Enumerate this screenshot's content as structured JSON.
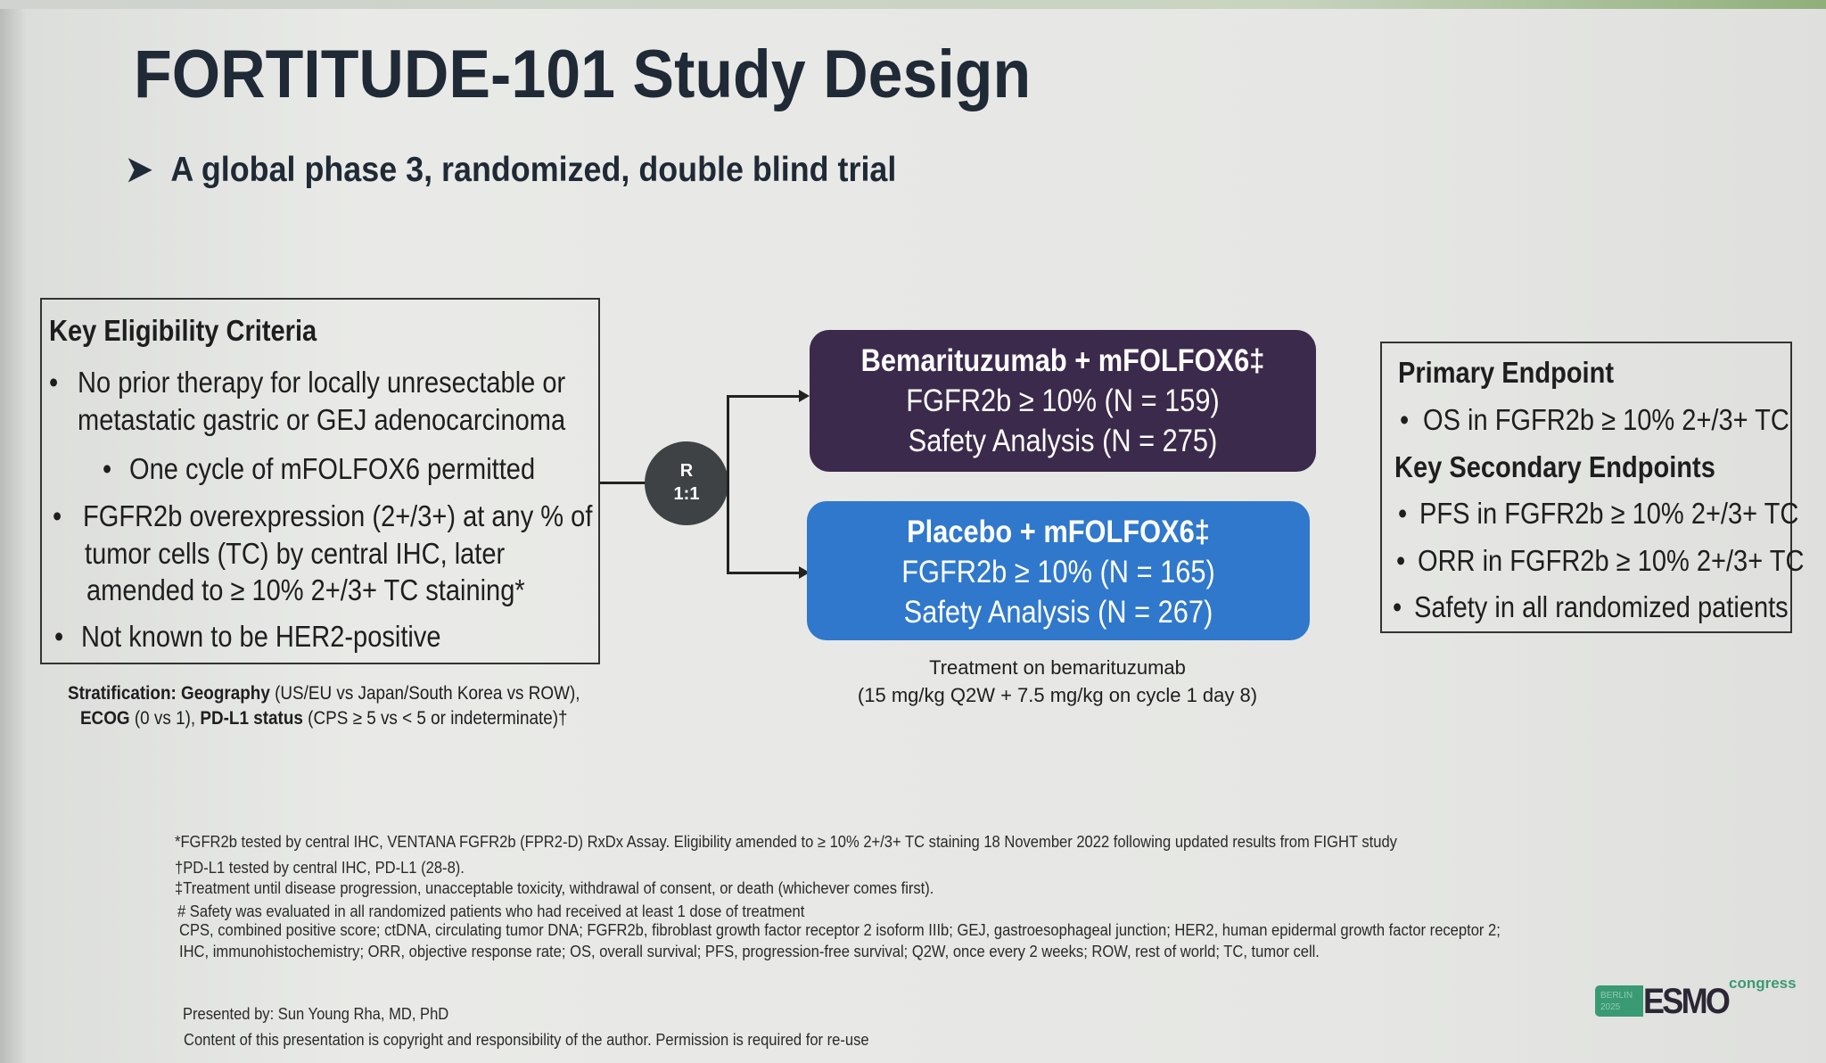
{
  "title": "FORTITUDE-101 Study Design",
  "subtitle": "A global phase 3, randomized, double blind trial",
  "eligibility": {
    "heading": "Key Eligibility Criteria",
    "items": [
      "No prior therapy for locally unresectable or",
      "metastatic gastric or GEJ adenocarcinoma",
      "One cycle of mFOLFOX6 permitted",
      "FGFR2b overexpression (2+/3+) at any % of",
      "tumor cells (TC) by central IHC, later",
      "amended to ≥ 10% 2+/3+ TC staining*",
      "Not known to be HER2-positive"
    ]
  },
  "stratification": {
    "label": "Stratification: Geography",
    "line1_rest": " (US/EU vs Japan/South Korea vs ROW),",
    "ecog": "ECOG",
    "ecog_rest": " (0 vs 1), ",
    "pdl1": "PD-L1 status",
    "pdl1_rest": " (CPS ≥ 5 vs < 5 or indeterminate)†"
  },
  "randomization": {
    "label": "R",
    "ratio": "1:1"
  },
  "arms": [
    {
      "name": "Bemarituzumab + mFOLFOX6‡",
      "line2": "FGFR2b ≥ 10% (N = 159)",
      "line3": "Safety Analysis (N = 275)",
      "color": "#3b2a4b"
    },
    {
      "name": "Placebo + mFOLFOX6‡",
      "line2": "FGFR2b ≥ 10% (N = 165)",
      "line3": "Safety Analysis (N = 267)",
      "color": "#2f78cc"
    }
  ],
  "treatment": {
    "line1": "Treatment on bemarituzumab",
    "line2": "(15 mg/kg Q2W + 7.5 mg/kg on cycle 1 day 8)"
  },
  "endpoints": {
    "primary_heading": "Primary Endpoint",
    "primary": [
      "OS in FGFR2b ≥ 10% 2+/3+ TC"
    ],
    "secondary_heading": "Key Secondary Endpoints",
    "secondary": [
      "PFS in FGFR2b ≥ 10% 2+/3+ TC",
      "ORR in FGFR2b ≥ 10% 2+/3+ TC",
      "Safety in all randomized patients"
    ]
  },
  "footnotes": [
    "*FGFR2b tested by central IHC, VENTANA FGFR2b (FPR2-D) RxDx Assay. Eligibility amended to ≥ 10% 2+/3+ TC staining 18 November 2022 following updated results from FIGHT study",
    "†PD-L1 tested by central IHC, PD-L1 (28-8).",
    "‡Treatment until disease progression, unacceptable toxicity, withdrawal of consent, or death (whichever comes first).",
    "# Safety was evaluated in all randomized patients who had received at least 1 dose of treatment",
    "CPS, combined positive score; ctDNA, circulating tumor DNA; FGFR2b, fibroblast growth factor receptor 2 isoform IIIb; GEJ, gastroesophageal junction; HER2, human epidermal growth factor receptor 2;",
    "IHC, immunohistochemistry; ORR, objective response rate; OS, overall survival; PFS, progression-free survival; Q2W, once every 2 weeks; ROW, rest of world; TC, tumor cell."
  ],
  "presenter": "Presented by: Sun Young Rha, MD, PhD",
  "copyright": "Content of this presentation is copyright and responsibility of the author. Permission is required for re-use",
  "logo": {
    "city": "BERLIN",
    "year": "2025",
    "brand": "ESMO",
    "suffix": "congress"
  }
}
